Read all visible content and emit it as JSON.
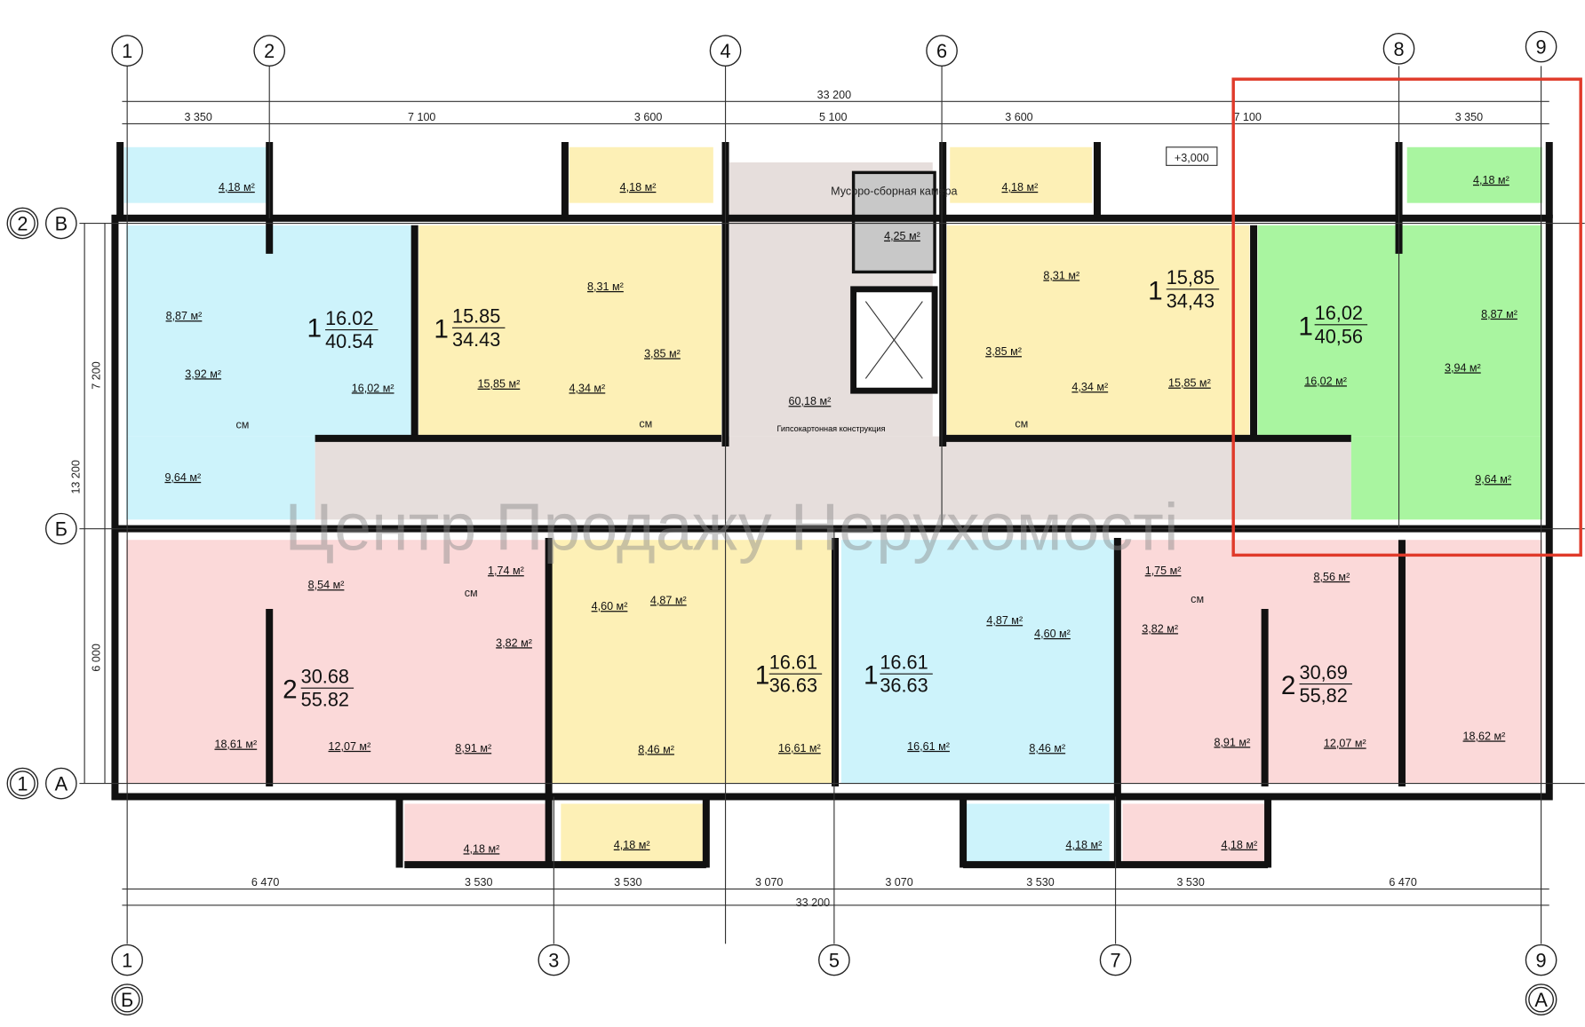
{
  "axes_top": [
    "1",
    "2",
    "4",
    "6",
    "8",
    "9"
  ],
  "axes_bottom": [
    "1",
    "3",
    "5",
    "7",
    "9"
  ],
  "axes_left": [
    "2",
    "В",
    "Б",
    "1",
    "А"
  ],
  "axes_bottom_letters": [
    "Б",
    "А"
  ],
  "dims_top": {
    "total": "33 200",
    "segments": [
      "3 350",
      "7 100",
      "3 600",
      "5 100",
      "3 600",
      "7 100",
      "3 350"
    ]
  },
  "dims_bottom": {
    "total": "33 200",
    "segments": [
      "6 470",
      "3 530",
      "3 530",
      "3 070",
      "3 070",
      "3 530",
      "3 530",
      "6 470"
    ]
  },
  "dims_left": {
    "total": "13 200",
    "upper": "7 200",
    "lower": "6 000"
  },
  "level_mark": "+3,000",
  "garbage": {
    "label": "Мусоро-сборная камера",
    "area": "4,25 м²"
  },
  "corridor": {
    "area": "60,18 м²",
    "note": "Гипсокартонная конструкция"
  },
  "apartments": [
    {
      "rooms": "1",
      "living": "16.02",
      "total": "40.54",
      "color": "#cdf3fb"
    },
    {
      "rooms": "1",
      "living": "15.85",
      "total": "34.43",
      "color": "#fdf0b6"
    },
    {
      "rooms": "1",
      "living": "15,85",
      "total": "34,43",
      "color": "#fdf0b6"
    },
    {
      "rooms": "1",
      "living": "16,02",
      "total": "40,56",
      "color": "#a9f5a0"
    },
    {
      "rooms": "2",
      "living": "30.68",
      "total": "55.82",
      "color": "#fbd9d9"
    },
    {
      "rooms": "1",
      "living": "16.61",
      "total": "36.63",
      "color": "#fdf0b6"
    },
    {
      "rooms": "1",
      "living": "16.61",
      "total": "36.63",
      "color": "#cdf3fb"
    },
    {
      "rooms": "2",
      "living": "30,69",
      "total": "55,82",
      "color": "#fbd9d9"
    }
  ],
  "areas": [
    "4,18 м²",
    "8,87 м²",
    "3,92 м²",
    "16,02 м²",
    "9,64 м²",
    "4,18 м²",
    "8,31 м²",
    "3,85 м²",
    "15,85 м²",
    "4,34 м²",
    "4,18 м²",
    "8,31 м²",
    "3,85 м²",
    "4,34 м²",
    "15,85 м²",
    "4,18 м²",
    "8,87 м²",
    "3,94 м²",
    "16,02 м²",
    "9,64 м²",
    "8,54 м²",
    "1,74 м²",
    "3,82 м²",
    "18,61 м²",
    "12,07 м²",
    "8,91 м²",
    "4,60 м²",
    "4,87 м²",
    "8,46 м²",
    "16,61 м²",
    "16,61 м²",
    "4,87 м²",
    "4,60 м²",
    "8,46 м²",
    "1,75 м²",
    "3,82 м²",
    "8,56 м²",
    "8,91 м²",
    "12,07 м²",
    "18,62 м²",
    "4,18 м²",
    "4,18 м²",
    "4,18 м²",
    "4,18 м²"
  ],
  "washer": "см",
  "watermark": "Центр Продажу Нерухомості",
  "highlight_color": "#e03a2a"
}
